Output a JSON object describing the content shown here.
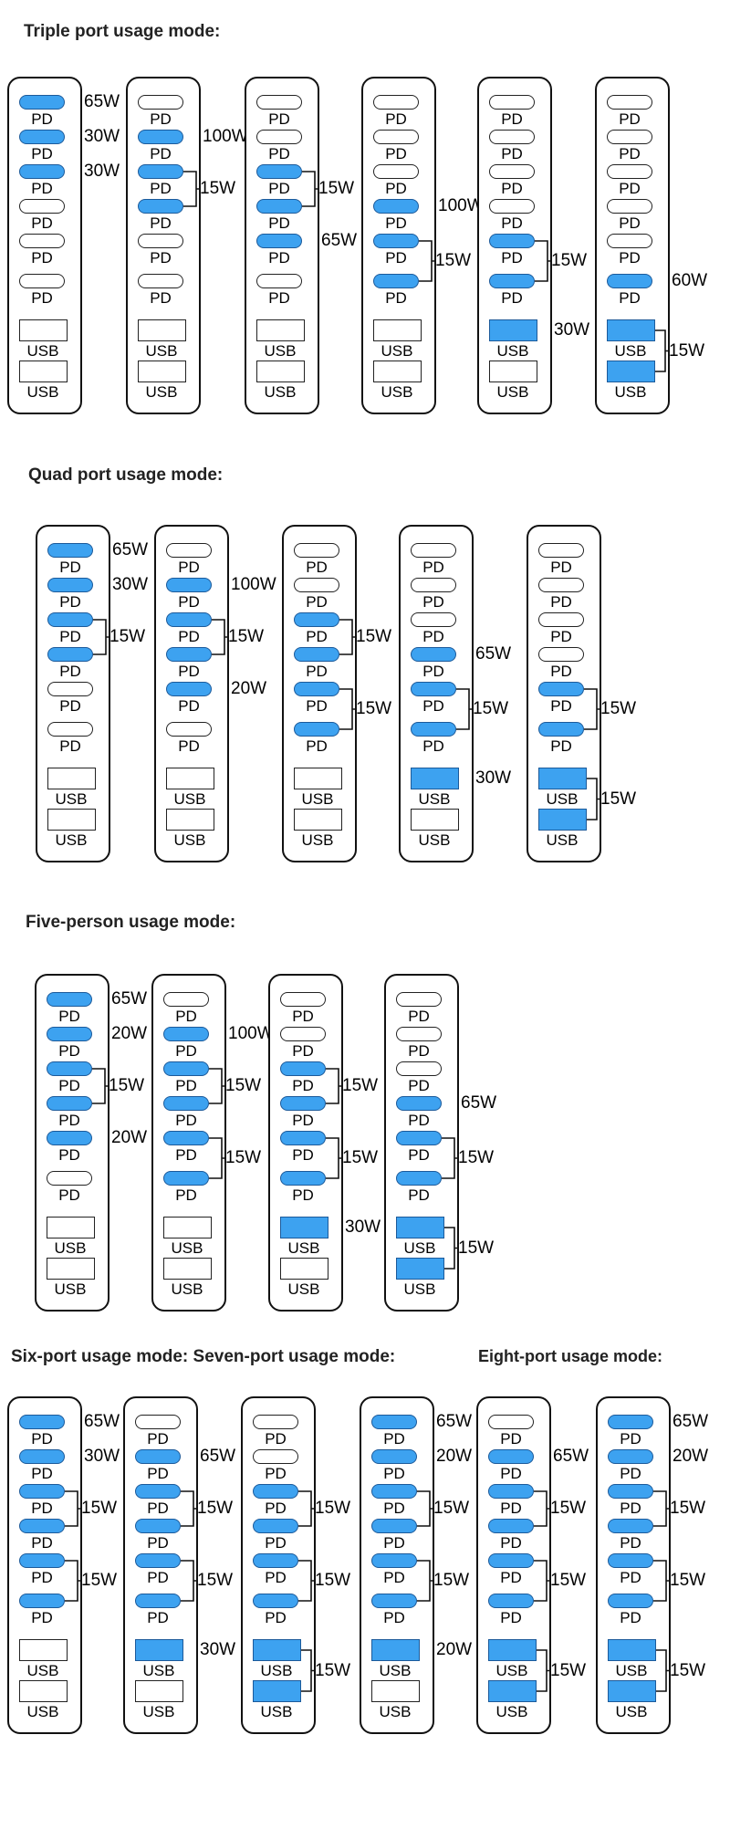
{
  "sections": [
    {
      "title": "Triple port usage mode:"
    },
    {
      "title": "Quad port usage mode:"
    },
    {
      "title": "Five-person usage mode:"
    },
    {
      "title": "Six-port usage mode: Seven-port usage mode:"
    },
    {
      "title": "Eight-port usage mode:"
    }
  ],
  "labels": {
    "pd": "PD",
    "usb": "USB"
  },
  "colors": {
    "active": "#3da2f0",
    "inactive": "#ffffff",
    "outline": "#111111"
  },
  "rows": [
    {
      "section": 0,
      "cards": [
        {
          "on": [
            1,
            1,
            1,
            0,
            0,
            0,
            0,
            0
          ],
          "watts": [
            {
              "text": "65W",
              "port": 0
            },
            {
              "text": "30W",
              "port": 1
            },
            {
              "text": "30W",
              "port": 2
            }
          ]
        },
        {
          "on": [
            0,
            1,
            1,
            1,
            0,
            0,
            0,
            0
          ],
          "watts": [
            {
              "text": "100W",
              "port": 1
            },
            {
              "text": "15W",
              "bracket": [
                2,
                3
              ]
            }
          ]
        },
        {
          "on": [
            0,
            0,
            1,
            1,
            1,
            0,
            0,
            0
          ],
          "watts": [
            {
              "text": "15W",
              "bracket": [
                2,
                3
              ]
            },
            {
              "text": "65W",
              "port": 4
            }
          ]
        },
        {
          "on": [
            0,
            0,
            0,
            1,
            1,
            1,
            0,
            0
          ],
          "watts": [
            {
              "text": "100W",
              "port": 3
            },
            {
              "text": "15W",
              "bracket": [
                4,
                5
              ]
            }
          ]
        },
        {
          "on": [
            0,
            0,
            0,
            0,
            1,
            1,
            1,
            0
          ],
          "watts": [
            {
              "text": "15W",
              "bracket": [
                4,
                5
              ]
            },
            {
              "text": "30W",
              "port": 6
            }
          ]
        },
        {
          "on": [
            0,
            0,
            0,
            0,
            0,
            1,
            1,
            1
          ],
          "watts": [
            {
              "text": "60W",
              "port": 5
            },
            {
              "text": "15W",
              "bracket": [
                6,
                7
              ]
            }
          ]
        }
      ]
    },
    {
      "section": 1,
      "cards": [
        {
          "on": [
            1,
            1,
            1,
            1,
            0,
            0,
            0,
            0
          ],
          "watts": [
            {
              "text": "65W",
              "port": 0
            },
            {
              "text": "30W",
              "port": 1
            },
            {
              "text": "15W",
              "bracket": [
                2,
                3
              ]
            }
          ]
        },
        {
          "on": [
            0,
            1,
            1,
            1,
            1,
            0,
            0,
            0
          ],
          "watts": [
            {
              "text": "100W",
              "port": 1
            },
            {
              "text": "15W",
              "bracket": [
                2,
                3
              ]
            },
            {
              "text": "20W",
              "port": 4
            }
          ]
        },
        {
          "on": [
            0,
            0,
            1,
            1,
            1,
            1,
            0,
            0
          ],
          "watts": [
            {
              "text": "15W",
              "bracket": [
                2,
                3
              ]
            },
            {
              "text": "15W",
              "bracket": [
                4,
                5
              ]
            }
          ]
        },
        {
          "on": [
            0,
            0,
            0,
            1,
            1,
            1,
            1,
            0
          ],
          "watts": [
            {
              "text": "65W",
              "port": 3
            },
            {
              "text": "15W",
              "bracket": [
                4,
                5
              ]
            },
            {
              "text": "30W",
              "port": 6
            }
          ]
        },
        {
          "on": [
            0,
            0,
            0,
            0,
            1,
            1,
            1,
            1
          ],
          "watts": [
            {
              "text": "15W",
              "bracket": [
                4,
                5
              ]
            },
            {
              "text": "15W",
              "bracket": [
                6,
                7
              ]
            }
          ]
        }
      ]
    },
    {
      "section": 2,
      "cards": [
        {
          "on": [
            1,
            1,
            1,
            1,
            1,
            0,
            0,
            0
          ],
          "watts": [
            {
              "text": "65W",
              "port": 0
            },
            {
              "text": "20W",
              "port": 1
            },
            {
              "text": "15W",
              "bracket": [
                2,
                3
              ]
            },
            {
              "text": "20W",
              "port": 4
            }
          ]
        },
        {
          "on": [
            0,
            1,
            1,
            1,
            1,
            1,
            0,
            0
          ],
          "watts": [
            {
              "text": "100W",
              "port": 1
            },
            {
              "text": "15W",
              "bracket": [
                2,
                3
              ]
            },
            {
              "text": "15W",
              "bracket": [
                4,
                5
              ]
            }
          ]
        },
        {
          "on": [
            0,
            0,
            1,
            1,
            1,
            1,
            1,
            0
          ],
          "watts": [
            {
              "text": "15W",
              "bracket": [
                2,
                3
              ]
            },
            {
              "text": "15W",
              "bracket": [
                4,
                5
              ]
            },
            {
              "text": "30W",
              "port": 6
            }
          ]
        },
        {
          "on": [
            0,
            0,
            0,
            1,
            1,
            1,
            1,
            1
          ],
          "watts": [
            {
              "text": "65W",
              "port": 3
            },
            {
              "text": "15W",
              "bracket": [
                4,
                5
              ]
            },
            {
              "text": "15W",
              "bracket": [
                6,
                7
              ]
            }
          ]
        }
      ]
    },
    {
      "section": 3,
      "cards": [
        {
          "on": [
            1,
            1,
            1,
            1,
            1,
            1,
            0,
            0
          ],
          "watts": [
            {
              "text": "65W",
              "port": 0
            },
            {
              "text": "30W",
              "port": 1
            },
            {
              "text": "15W",
              "bracket": [
                2,
                3
              ]
            },
            {
              "text": "15W",
              "bracket": [
                4,
                5
              ]
            }
          ]
        },
        {
          "on": [
            0,
            1,
            1,
            1,
            1,
            1,
            1,
            0
          ],
          "watts": [
            {
              "text": "65W",
              "port": 1
            },
            {
              "text": "15W",
              "bracket": [
                2,
                3
              ]
            },
            {
              "text": "15W",
              "bracket": [
                4,
                5
              ]
            },
            {
              "text": "30W",
              "port": 6
            }
          ]
        },
        {
          "on": [
            0,
            0,
            1,
            1,
            1,
            1,
            1,
            1
          ],
          "watts": [
            {
              "text": "15W",
              "bracket": [
                2,
                3
              ]
            },
            {
              "text": "15W",
              "bracket": [
                4,
                5
              ]
            },
            {
              "text": "15W",
              "bracket": [
                6,
                7
              ]
            }
          ]
        },
        {
          "on": [
            1,
            1,
            1,
            1,
            1,
            1,
            1,
            0
          ],
          "watts": [
            {
              "text": "65W",
              "port": 0
            },
            {
              "text": "20W",
              "port": 1
            },
            {
              "text": "15W",
              "bracket": [
                2,
                3
              ]
            },
            {
              "text": "15W",
              "bracket": [
                4,
                5
              ]
            },
            {
              "text": "20W",
              "port": 6
            }
          ]
        },
        {
          "on": [
            0,
            1,
            1,
            1,
            1,
            1,
            1,
            1
          ],
          "watts": [
            {
              "text": "65W",
              "port": 1
            },
            {
              "text": "15W",
              "bracket": [
                2,
                3
              ]
            },
            {
              "text": "15W",
              "bracket": [
                4,
                5
              ]
            },
            {
              "text": "15W",
              "bracket": [
                6,
                7
              ]
            }
          ]
        },
        {
          "on": [
            1,
            1,
            1,
            1,
            1,
            1,
            1,
            1
          ],
          "watts": [
            {
              "text": "65W",
              "port": 0
            },
            {
              "text": "20W",
              "port": 1
            },
            {
              "text": "15W",
              "bracket": [
                2,
                3
              ]
            },
            {
              "text": "15W",
              "bracket": [
                4,
                5
              ]
            },
            {
              "text": "15W",
              "bracket": [
                6,
                7
              ]
            }
          ]
        }
      ]
    }
  ]
}
